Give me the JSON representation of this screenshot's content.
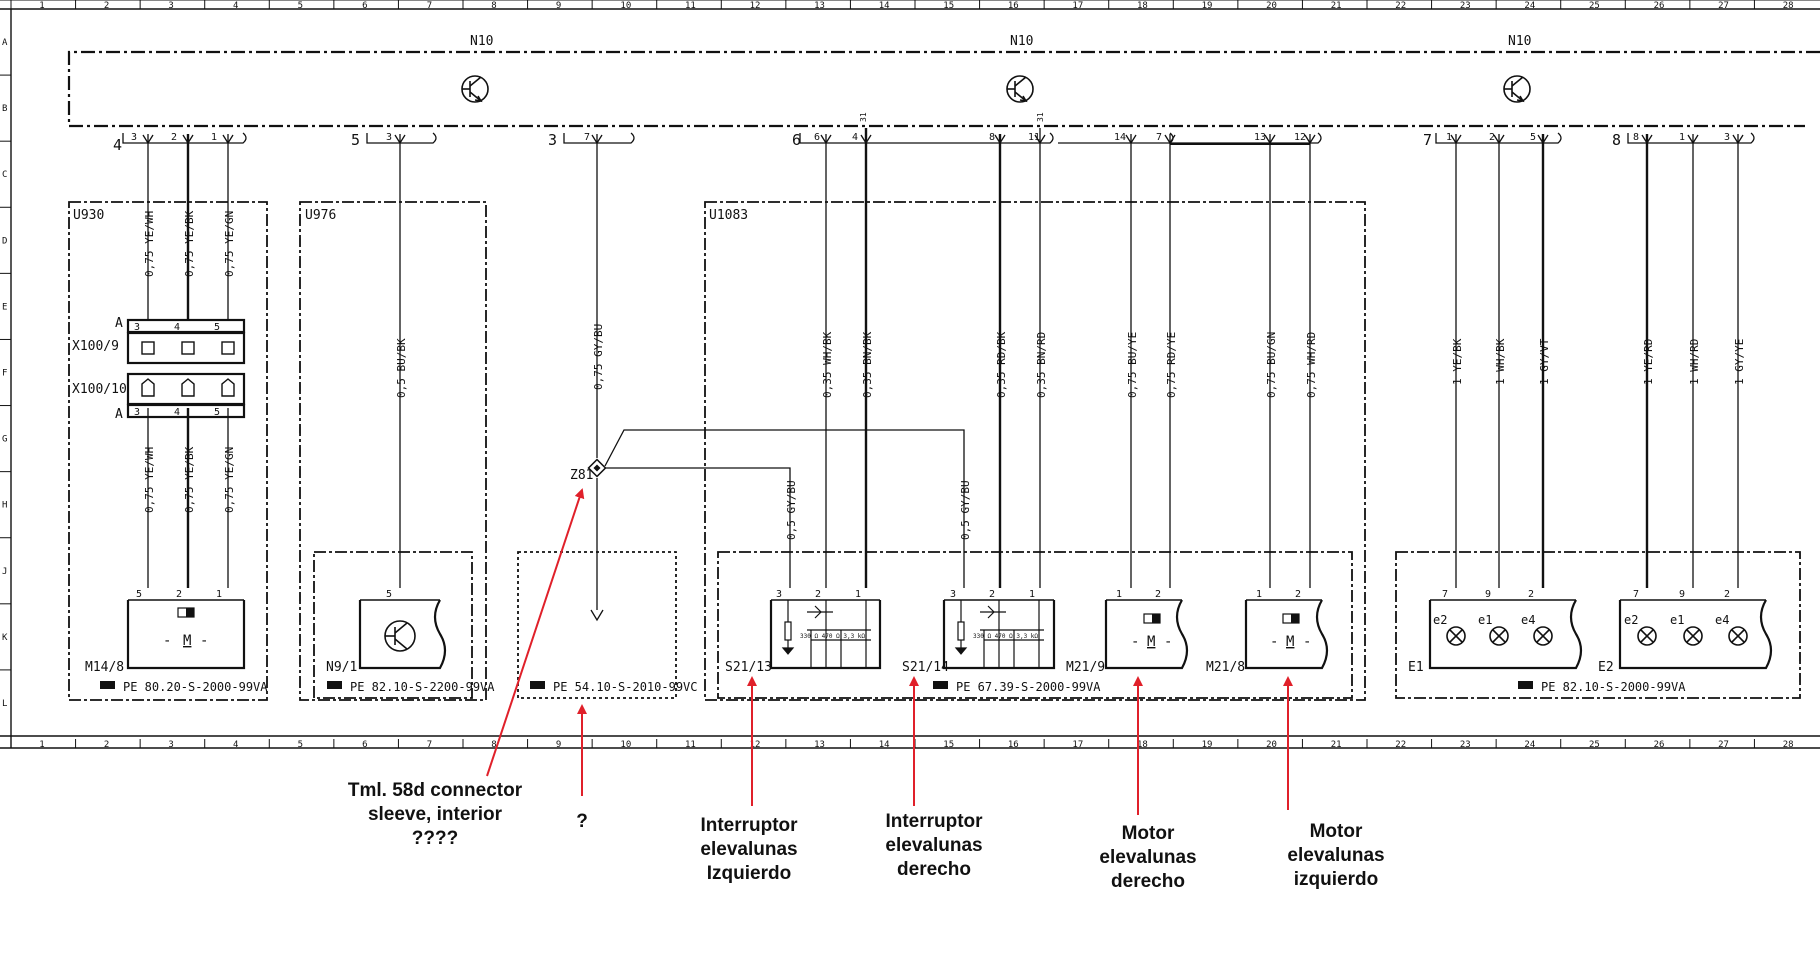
{
  "grid": {
    "columns": [
      "1",
      "2",
      "3",
      "4",
      "5",
      "6",
      "7",
      "8",
      "9",
      "10",
      "11",
      "12",
      "13",
      "14",
      "15",
      "16",
      "17",
      "18",
      "19",
      "20",
      "21",
      "22",
      "23",
      "24",
      "25",
      "26",
      "27",
      "28"
    ],
    "rows": [
      "A",
      "B",
      "C",
      "D",
      "E",
      "F",
      "G",
      "H",
      "J",
      "K",
      "L"
    ]
  },
  "control_unit": {
    "labels": [
      "N10",
      "N10",
      "N10"
    ]
  },
  "connectors": {
    "u930_group": "4",
    "u976_group": "5",
    "z81_group": "3",
    "u1083_a": "6",
    "u1083_b": "8",
    "e1_group": "7",
    "e2_group": "8"
  },
  "pins": {
    "u930": [
      "3",
      "2",
      "1"
    ],
    "u976": [
      "3"
    ],
    "z81": [
      "7"
    ],
    "u1083": [
      "6",
      "4",
      "8",
      "11",
      "14",
      "7",
      "13",
      "12"
    ],
    "e1": [
      "1",
      "2",
      "5"
    ],
    "e2": [
      "8",
      "1",
      "3"
    ],
    "marks": [
      "31",
      "31"
    ]
  },
  "modules": {
    "u930": "U930",
    "u976": "U976",
    "u1083": "U1083",
    "x100_9": "X100/9",
    "x100_10": "X100/10",
    "x_a_top": "A",
    "x_a_bottom": "A",
    "m14_8": "M14/8",
    "n9_1": "N9/1",
    "s21_13": "S21/13",
    "s21_14": "S21/14",
    "m21_9": "M21/9",
    "m21_8": "M21/8",
    "e1": "E1",
    "e2": "E2",
    "z81": "Z81",
    "motor_sym": "M",
    "lamps": [
      "e2",
      "e1",
      "e4"
    ]
  },
  "wires": {
    "u930_top": [
      "0,75 YE/WH",
      "0,75 YE/BK",
      "0,75 YE/GN"
    ],
    "u930_bottom": [
      "0,75 YE/WH",
      "0,75 YE/BK",
      "0,75 YE/GN"
    ],
    "u976": "0,5 BU/BK",
    "z81": "0,75 GY/BU",
    "switch_feed": [
      "0,5 GY/BU",
      "0,5 GY/BU"
    ],
    "u1083": [
      "0,35 WH/BK",
      "0,35 BN/BK",
      "0,35 RD/BK",
      "0,35 BN/RD",
      "0,75 BU/YE",
      "0,75 RD/YE",
      "0,75 BU/GN",
      "0,75 WH/RD"
    ],
    "e1": [
      "1 YE/BK",
      "1 WH/BK",
      "1 GY/VT"
    ],
    "e2": [
      "1 YE/RD",
      "1 WH/RD",
      "1 GY/YE"
    ]
  },
  "terminals": {
    "m14": [
      "5",
      "2",
      "1"
    ],
    "n9": [
      "5"
    ],
    "s21": [
      "3",
      "2",
      "1"
    ],
    "m21": [
      "1",
      "2"
    ],
    "e1": [
      "7",
      "9",
      "2"
    ],
    "e2": [
      "7",
      "9",
      "2"
    ]
  },
  "switch_text": "330 Ω 470 Ω 3,3 kΩ",
  "references": [
    "PE 80.20-S-2000-99VA",
    "PE 82.10-S-2200-99VA",
    "PE 54.10-S-2010-99VC",
    "PE 67.39-S-2000-99VA",
    "PE 82.10-S-2000-99VA"
  ],
  "annotations": {
    "z81": "Tml. 58d connector\nsleeve, interior\n????",
    "unknown": "?",
    "left_switch": "Interruptor\nelevalunas\nIzquierdo",
    "right_switch": "Interruptor\nelevalunas\nderecho",
    "right_motor": "Motor\nelevalunas\nderecho",
    "left_motor": "Motor\nelevalunas\nizquierdo"
  },
  "colors": {
    "ink": "#111111",
    "arrow": "#e0202a",
    "paper": "#ffffff"
  }
}
